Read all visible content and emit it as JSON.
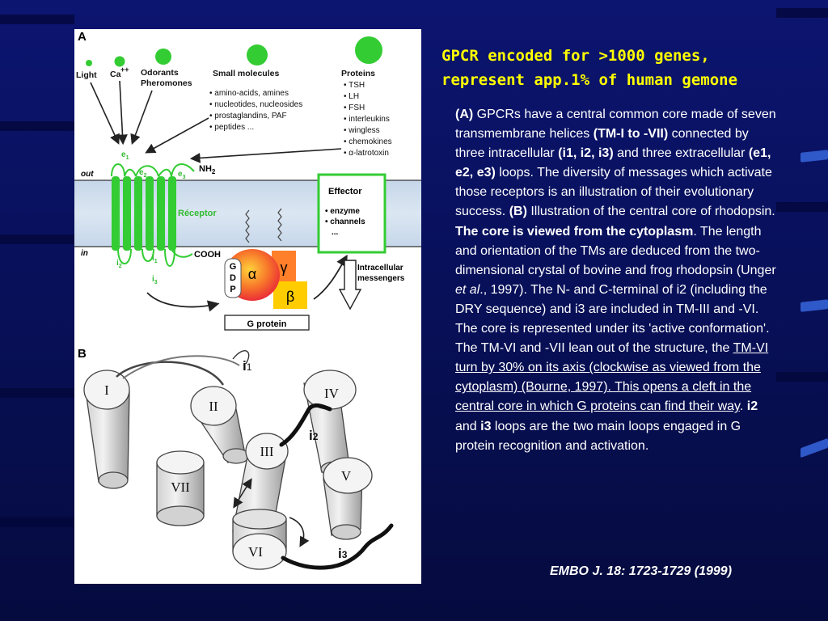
{
  "title": {
    "line1": "GPCR encoded for >1000 genes,",
    "line2": "represent app.1% of human gemone"
  },
  "description": {
    "s01": "(A)",
    "s02": " GPCRs have a central common core made of seven transmembrane helices ",
    "s03": "(TM-I to -VII)",
    "s04": " connected by three intracellular ",
    "s05": "(i1, i2, i3)",
    "s06": " and three extracellular ",
    "s07": "(e1, e2, e3)",
    "s08": " loops. The diversity of messages which activate those receptors is an illustration of their evolutionary success. ",
    "s09": "(B)",
    "s10": " Illustration of the central core of rhodopsin. ",
    "s11": "The core is viewed from the cytoplasm",
    "s12": ". The length and orientation of the TMs are deduced from the two-dimensional crystal of bovine and frog rhodopsin (Unger ",
    "s13": "et al",
    "s14": "., 1997). The N- and C-terminal of i2 (including the DRY sequence) and i3 are included in TM-III and -VI. The core is represented under its 'active conformation'. The TM-VI and -VII lean out of the structure, the ",
    "s15": "TM-VI turn by 30% on its axis (clockwise as viewed from the cytoplasm) (Bourne, 1997). This opens a cleft in the central core in which G proteins can find their way",
    "s16": ". ",
    "s17": "i2",
    "s18": " and ",
    "s19": "i3",
    "s20": " loops are the two main loops engaged in G protein recognition and activation."
  },
  "citation": "EMBO J. 18: 1723-1729 (1999)",
  "figure": {
    "panel_a": "A",
    "panel_b": "B",
    "ligands": {
      "light": "Light",
      "ca": "Ca",
      "ca_sup": "++",
      "odorants": "Odorants",
      "pheromones": "Pheromones",
      "small_molecules": "Small molecules",
      "proteins": "Proteins"
    },
    "small_molecule_items": [
      "• amino-acids, amines",
      "• nucleotides, nucleosides",
      "• prostaglandins, PAF",
      "• peptides ..."
    ],
    "protein_items": [
      "• TSH",
      "• LH",
      "• FSH",
      "• interleukins",
      "• wingless",
      "• chemokines",
      "• α-latrotoxin"
    ],
    "membrane": {
      "out": "out",
      "in": "in",
      "receptor": "Réceptor",
      "nh2": "NH",
      "nh2_sub": "2",
      "cooh": "COOH"
    },
    "loops": {
      "e1": "e",
      "e1_sub": "1",
      "e2": "e",
      "e2_sub": "2",
      "e3": "e",
      "e3_sub": "3",
      "i1": "i",
      "i1_sub": "1",
      "i2": "i",
      "i2_sub": "2",
      "i3": "i",
      "i3_sub": "3"
    },
    "effector": {
      "title": "Effector",
      "item1": "• enzyme",
      "item2": "• channels",
      "item3": "..."
    },
    "gprotein": {
      "alpha": "α",
      "beta": "β",
      "gamma": "γ",
      "g": "G",
      "d": "D",
      "p": "P",
      "label": "G protein"
    },
    "messengers": {
      "line1": "Intracellular",
      "line2": "messengers"
    },
    "helices": [
      "I",
      "II",
      "III",
      "IV",
      "V",
      "VI",
      "VII"
    ],
    "b_loops": {
      "i1": "i",
      "i1_num": "1",
      "i2": "i",
      "i2_num": "2",
      "i3": "i",
      "i3_num": "3"
    },
    "colors": {
      "receptor_green": "#33cc33",
      "gamma_orange": "#ff7f2a",
      "beta_yellow": "#ffcc00",
      "alpha_gradient": "#f04a2a",
      "title_yellow": "#ffff00"
    }
  }
}
